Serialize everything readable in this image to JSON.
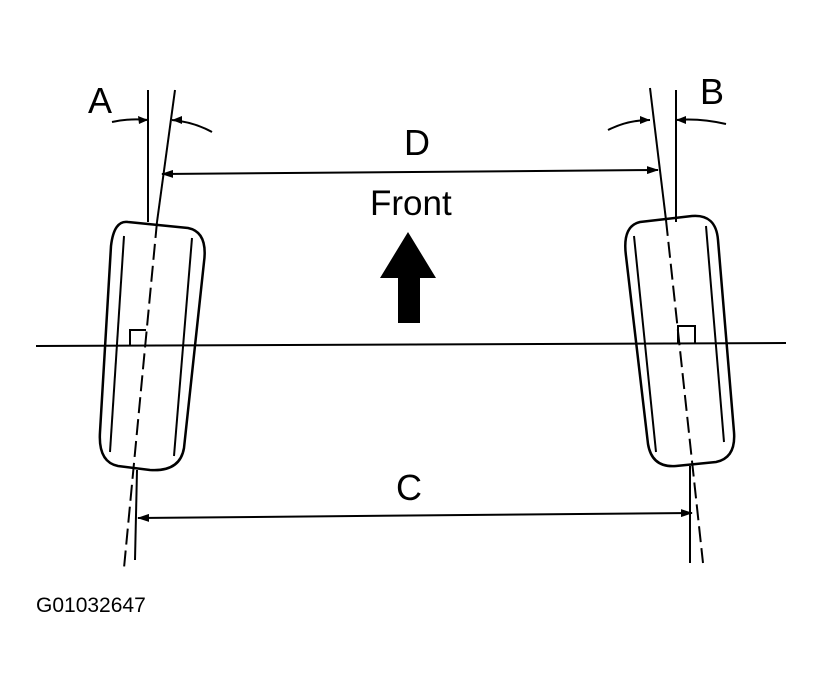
{
  "diagram": {
    "label_a": "A",
    "label_b": "B",
    "label_c": "C",
    "label_d": "D",
    "front_label": "Front",
    "figure_id": "G01032647"
  },
  "colors": {
    "ink": "#000000",
    "background": "#ffffff"
  },
  "icons": {
    "forward_arrow": "arrow-up-icon"
  }
}
